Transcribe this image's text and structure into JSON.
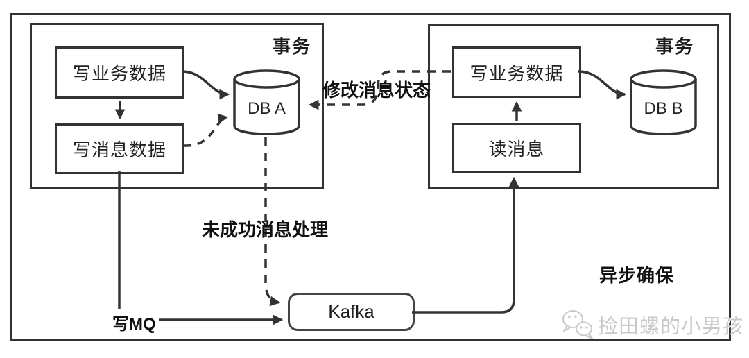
{
  "canvas": {
    "background": "#ffffff",
    "line_color": "#333333",
    "text_color": "#1d1d1d",
    "watermark_color": "#c8c8c8"
  },
  "left_transaction": {
    "label": "事务",
    "write_business_data": "写业务数据",
    "write_message_data": "写消息数据",
    "database": "DB A"
  },
  "right_transaction": {
    "label": "事务",
    "write_business_data": "写业务数据",
    "read_message": "读消息",
    "database": "DB B"
  },
  "queue": {
    "label": "Kafka"
  },
  "annotations": {
    "modify_message_status": "修改消息状态",
    "unsuccessful_message_processing": "未成功消息处理",
    "write_mq": "写MQ",
    "async_assurance": "异步确保"
  },
  "watermark": {
    "icon": "wechat-icon",
    "text": "捡田螺的小男孩"
  }
}
